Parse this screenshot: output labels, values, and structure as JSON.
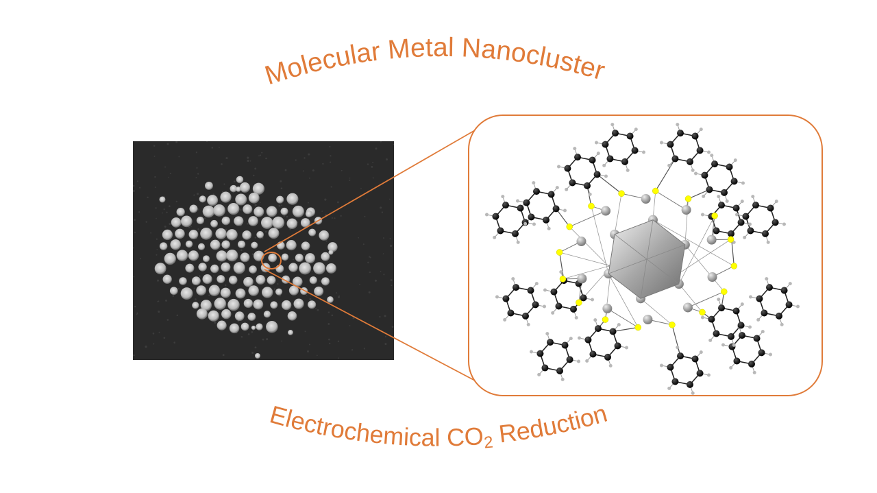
{
  "title_top": "Molecular Metal Nanocluster",
  "title_bottom": {
    "prefix": "Electrochemical CO",
    "subscript": "2",
    "suffix": " Reduction"
  },
  "colors": {
    "accent": "#E07B39",
    "micrograph_bg": "#2a2a2a",
    "particle": "#cfcfcf",
    "atom_carbon": "#000000",
    "atom_sulfur": "#ffff00",
    "atom_metal": "#9e9e9e",
    "atom_hydrogen": "#b8b8b8"
  },
  "icons": {
    "micrograph": "electron-micrograph-image",
    "structure": "molecular-structure-image"
  }
}
